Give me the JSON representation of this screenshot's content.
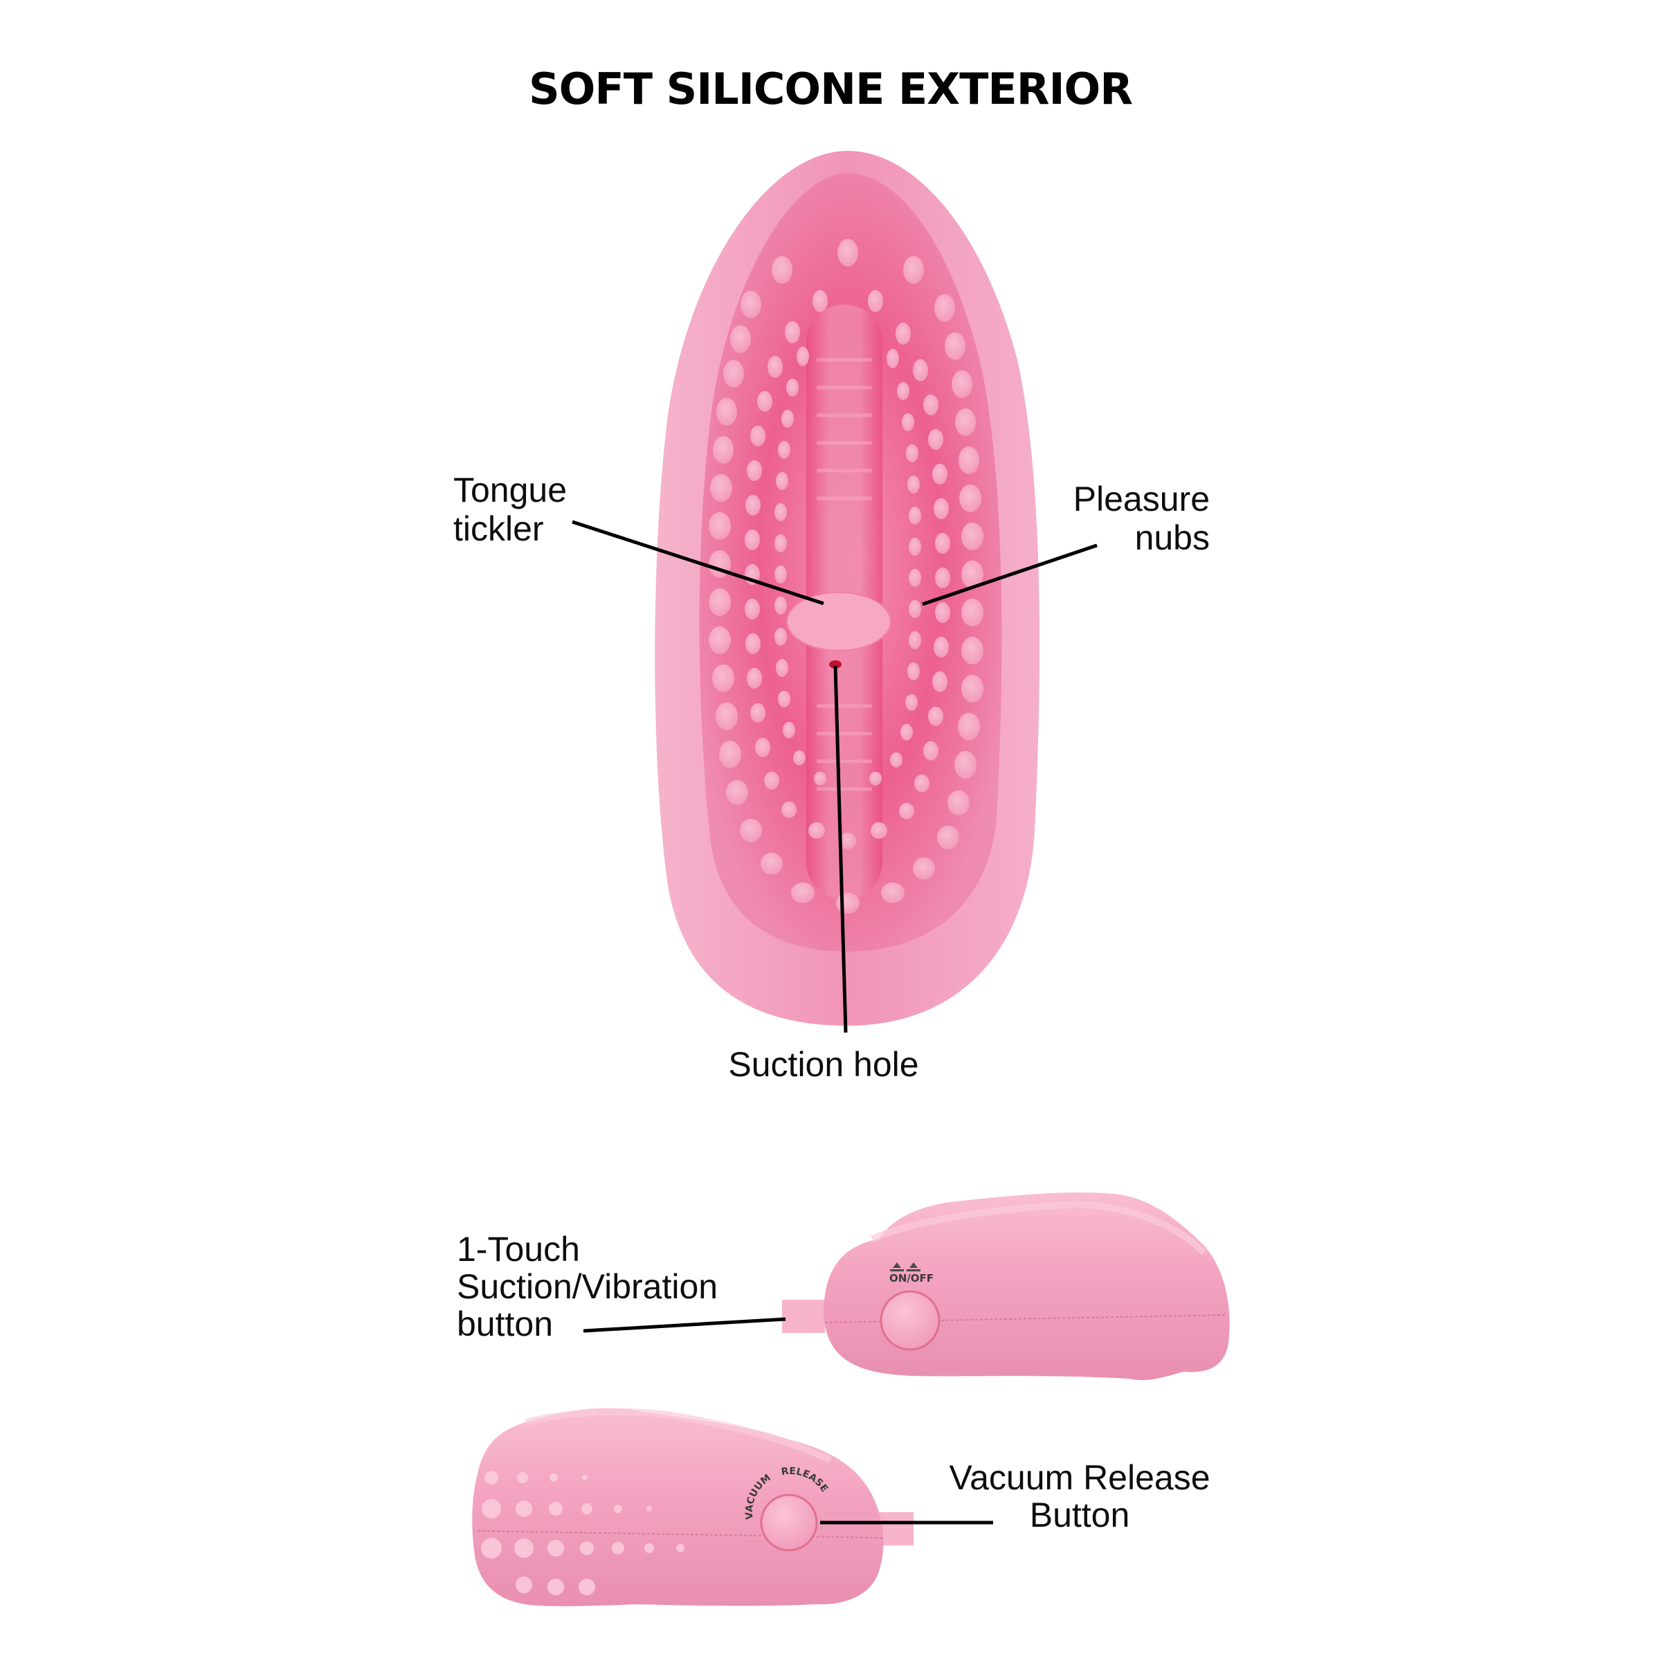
{
  "title": "SOFT SILICONE EXTERIOR",
  "callouts": {
    "tongue_tickler": {
      "line1": "Tongue",
      "line2": "tickler"
    },
    "pleasure_nubs": {
      "line1": "Pleasure",
      "line2": "nubs"
    },
    "suction_hole": {
      "text": "Suction hole"
    },
    "one_touch": {
      "line1": "1-Touch",
      "line2": "Suction/Vibration",
      "line3": "button"
    },
    "vacuum_release": {
      "line1": "Vacuum Release",
      "line2": "Button"
    }
  },
  "device_markings": {
    "power_switch": "ON/OFF",
    "vacuum_word": "VACUUM",
    "release_word": "RELEASE"
  },
  "colors": {
    "body_light": "#f4a9c6",
    "body_mid": "#ef8ab0",
    "inner_deep": "#e8457a",
    "nub": "#f6a6c2",
    "line": "#000000",
    "text": "#0d0d0d"
  }
}
